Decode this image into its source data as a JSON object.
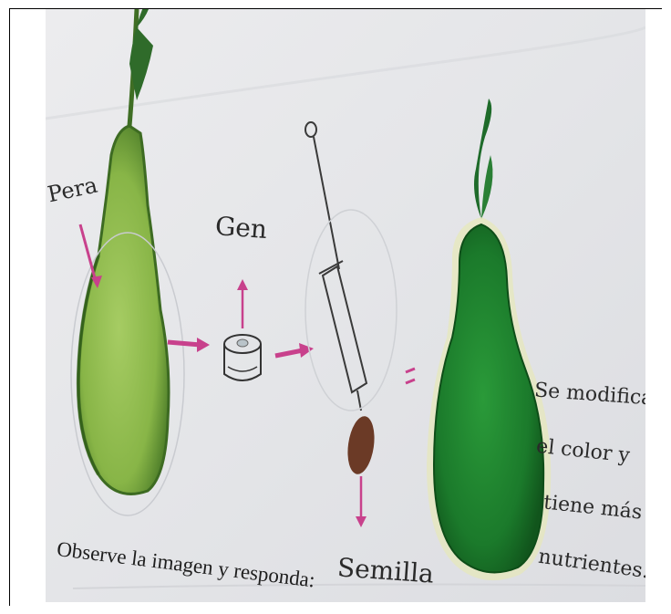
{
  "labels": {
    "pera": "Pera",
    "gen": "Gen",
    "semilla": "Semilla",
    "equals": "="
  },
  "result_note": {
    "line1": "Se modifica",
    "line2": "el color y",
    "line3": "tiene más",
    "line4": "nutrientes."
  },
  "caption": "Observe la imagen y responda:",
  "colors": {
    "paper": "#e6e7e9",
    "light_pear": "#8dbb4c",
    "dark_pear": "#1d7a2a",
    "arrow_pink": "#c8418c",
    "seed": "#6b3a26"
  }
}
